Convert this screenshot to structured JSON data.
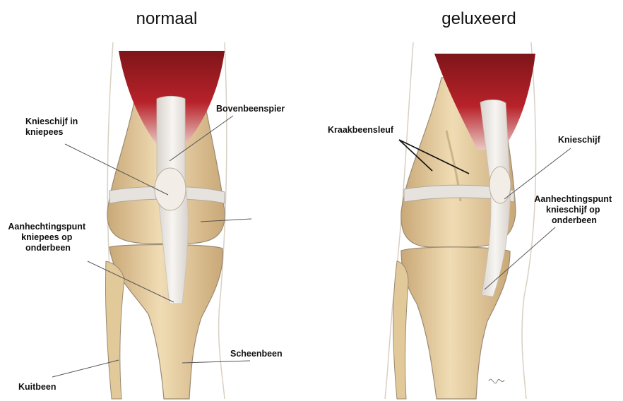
{
  "panels": {
    "left": {
      "title": "normaal"
    },
    "right": {
      "title": "geluxeerd"
    }
  },
  "labels": {
    "left": {
      "knieschijf_line1": "Knieschijf in",
      "knieschijf_line2": "kniepees",
      "bovenbeenspier": "Bovenbeenspier",
      "aanhechting_line1": "Aanhechtingspunt",
      "aanhechting_line2": "kniepees op",
      "aanhechting_line3": "onderbeen",
      "scheenbeen": "Scheenbeen",
      "kuitbeen": "Kuitbeen"
    },
    "right": {
      "kraakbeensleuf": "Kraakbeensleuf",
      "knieschijf": "Knieschijf",
      "aanhechting_line1": "Aanhechtingspunt",
      "aanhechting_line2": "knieschijf op",
      "aanhechting_line3": "onderbeen"
    }
  },
  "colors": {
    "muscle": "#b8222a",
    "muscle_dark": "#7e1519",
    "bone": "#e8d2a4",
    "bone_shade": "#c9a877",
    "tendon": "#eeeae6",
    "outline": "#9a8a72"
  }
}
